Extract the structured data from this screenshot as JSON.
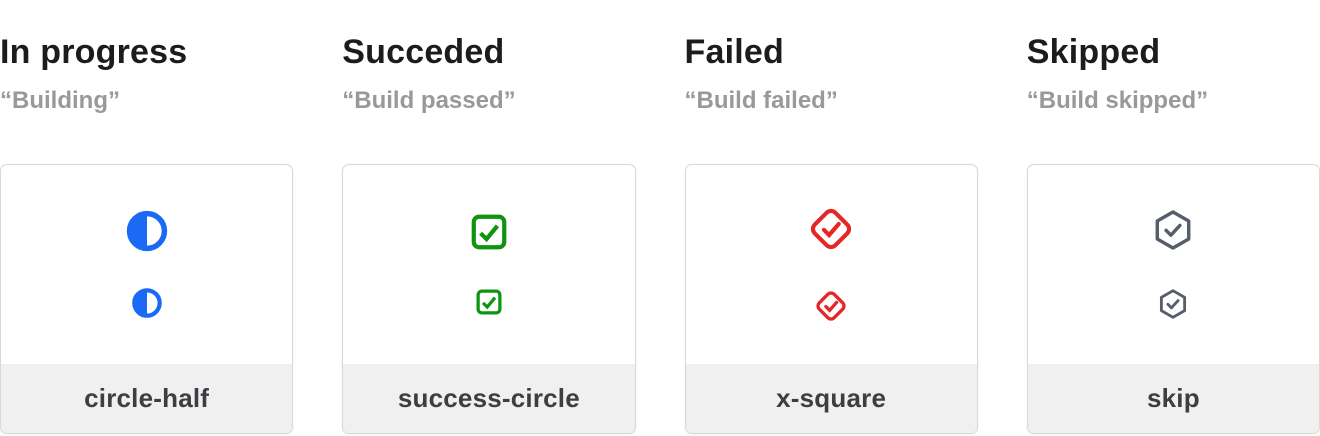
{
  "page": {
    "background_color": "#ffffff",
    "card_border_color": "#d8d8d8",
    "card_footer_background": "#f0f0f0",
    "title_color": "#1c1c1c",
    "subtitle_color": "#999999",
    "footer_label_color": "#3b3f42"
  },
  "columns": [
    {
      "title": "In progress",
      "subtitle": "“Building”",
      "icon": "half-circle-icon",
      "icon_color": "#1a6af5",
      "label": "circle-half"
    },
    {
      "title": "Succeded",
      "subtitle": "“Build passed”",
      "icon": "checkbox-checked-icon",
      "icon_color": "#0e940e",
      "label": "success-circle"
    },
    {
      "title": "Failed",
      "subtitle": "“Build failed”",
      "icon": "diamond-check-icon",
      "icon_color": "#e62626",
      "label": "x-square"
    },
    {
      "title": "Skipped",
      "subtitle": "“Build skipped”",
      "icon": "hexagon-check-icon",
      "icon_color": "#565d6b",
      "label": "skip"
    }
  ]
}
